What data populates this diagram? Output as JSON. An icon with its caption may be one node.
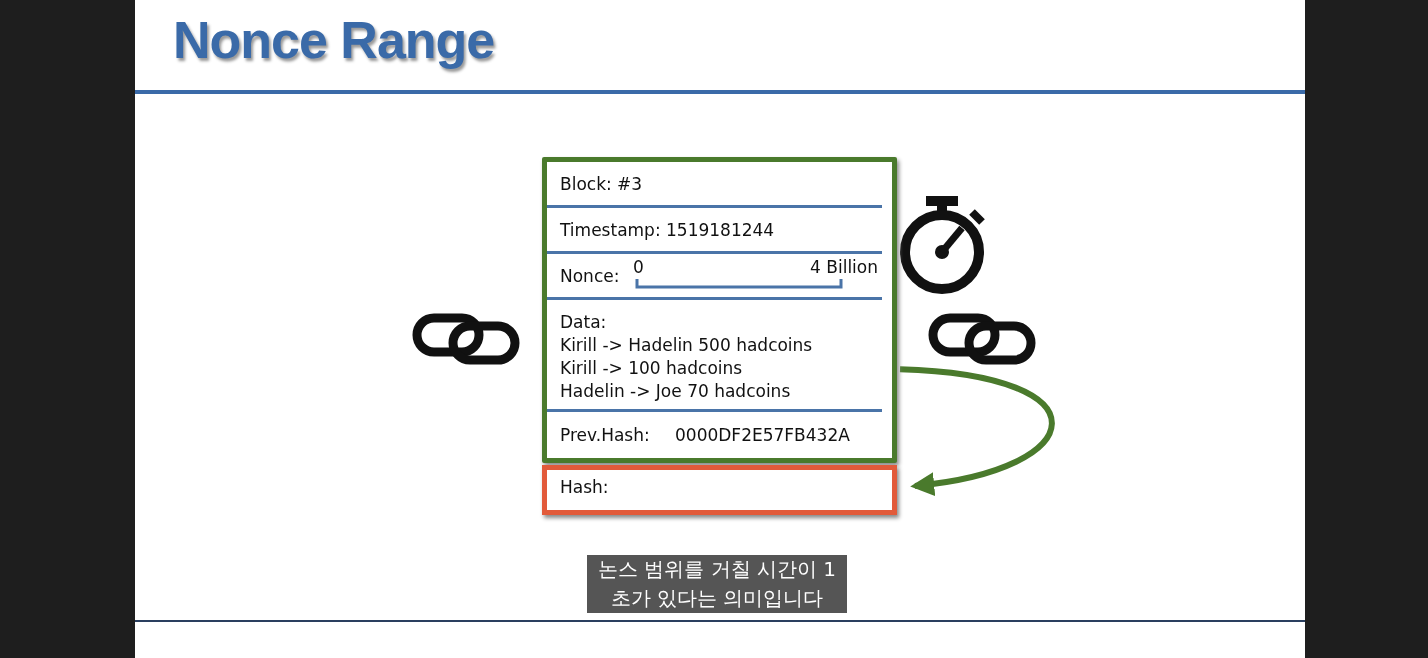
{
  "diagram": {
    "title": "Nonce Range",
    "nodes": [
      {
        "text": [],
        "shape": "box"
      },
      {
        "text": [
          "Block: #3"
        ],
        "in": 0
      },
      {
        "text": [
          "Timestamp: 1519181244"
        ],
        "in": 0
      },
      {
        "text": [
          "Nonce:",
          "0",
          "4 Billion"
        ],
        "in": 0
      },
      {
        "text": [
          "Data:",
          "Kirill -> Hadelin 500 hadcoins",
          "Kirill -> 100 hadcoins",
          "Hadelin -> Joe 70 hadcoins"
        ],
        "in": 0
      },
      {
        "text": [
          "Prev.Hash:",
          "0000DF2E57FB432A"
        ],
        "in": 0
      },
      {
        "text": [
          "Hash:"
        ]
      }
    ],
    "edges": [
      {
        "from": 0,
        "to": 6,
        "arrow": "to",
        "color": "#4a7a2c"
      }
    ],
    "labels": [
      "논스 범위를 거칠 시간이 1초가 있다는 의미입니다"
    ]
  }
}
